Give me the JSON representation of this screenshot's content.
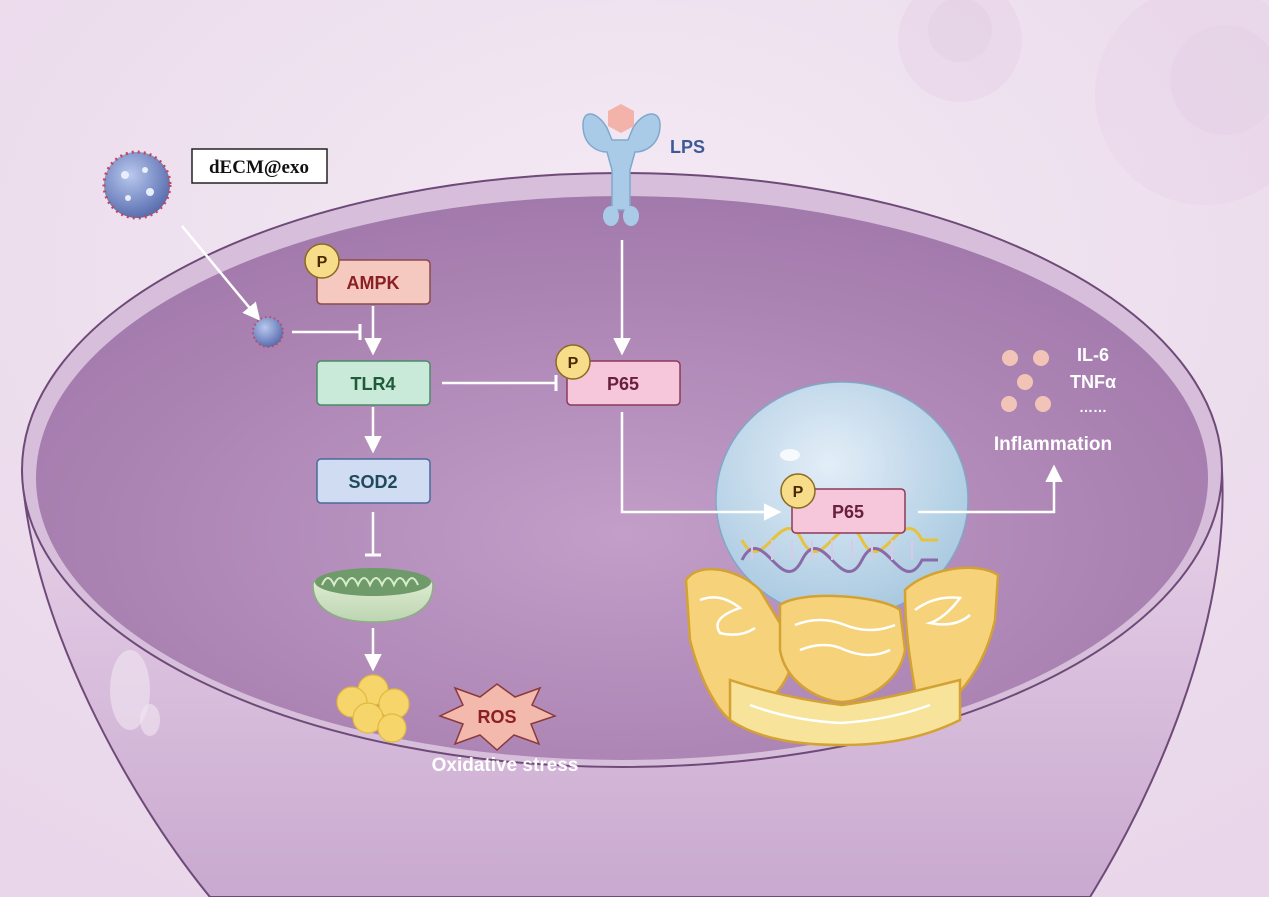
{
  "labels": {
    "decm_exo": "dECM@exo",
    "lps": "LPS",
    "ampk": "AMPK",
    "tlr4": "TLR4",
    "sod2": "SOD2",
    "p65_cyto": "P65",
    "p65_nucleus": "P65",
    "phospho": "P",
    "ros": "ROS",
    "oxidative_stress": "Oxidative stress",
    "il6": "IL-6",
    "tnfa": "TNFα",
    "ellipsis": "……",
    "inflammation": "Inflammation"
  },
  "colors": {
    "cell_inner": "#a77fb0",
    "cell_rim": "#d9bfdc",
    "ampk_fill": "#f6c9c0",
    "tlr4_fill": "#c9ead9",
    "sod2_fill": "#cfdcf2",
    "p65_fill": "#f6c6da",
    "phospho_fill": "#f7dc8a",
    "ros_fill": "#f3b9ad",
    "lps_color": "#3d5a98"
  }
}
